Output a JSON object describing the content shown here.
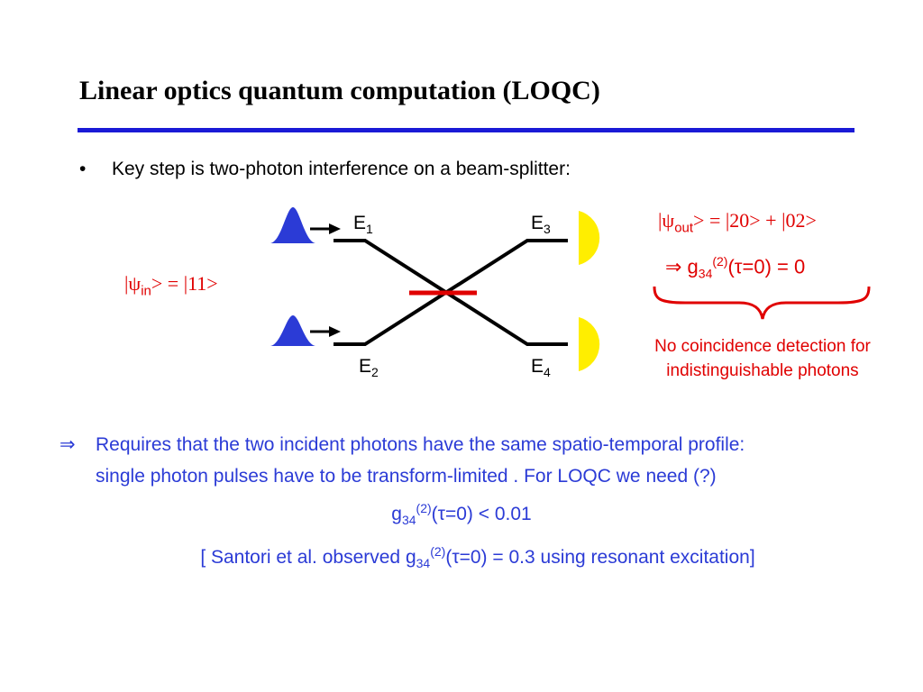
{
  "title": "Linear optics quantum computation (LOQC)",
  "bullet": {
    "marker": "•",
    "text": "Key step is two-photon interference on a beam-splitter:"
  },
  "diagram": {
    "ports": {
      "e1": "E",
      "e1_sub": "1",
      "e2": "E",
      "e2_sub": "2",
      "e3": "E",
      "e3_sub": "3",
      "e4": "E",
      "e4_sub": "4"
    },
    "psi_in": {
      "open": "|ψ",
      "sub": "in",
      "close": "> = |11>"
    },
    "psi_out": {
      "open": "|ψ",
      "sub": "out",
      "close": "> = |20> + |02>"
    },
    "g_result": {
      "arrow": "⇒ g",
      "sub": "34",
      "sup": "(2)",
      "rest": "(τ=0) = 0"
    },
    "note_line1": "No coincidence detection for",
    "note_line2": "indistinguishable photons",
    "colors": {
      "photon": "#2b3bd6",
      "detector": "#ffee00",
      "splitter": "#e00000",
      "accent_red": "#e00000",
      "accent_blue": "#2b3bd6"
    }
  },
  "requirement": {
    "arrow": "⇒",
    "line1": "Requires that the two incident photons have the same spatio-temporal profile:",
    "line2": "single photon pulses have to be transform-limited . For LOQC we need (?)",
    "line3_g": "g",
    "line3_sub": "34",
    "line3_sup": "(2)",
    "line3_rest": "(τ=0) < 0.01"
  },
  "santori": {
    "prefix": "[ Santori et al. observed g",
    "sub": "34",
    "sup": "(2)",
    "rest": "(τ=0) = 0.3 using resonant excitation]"
  }
}
